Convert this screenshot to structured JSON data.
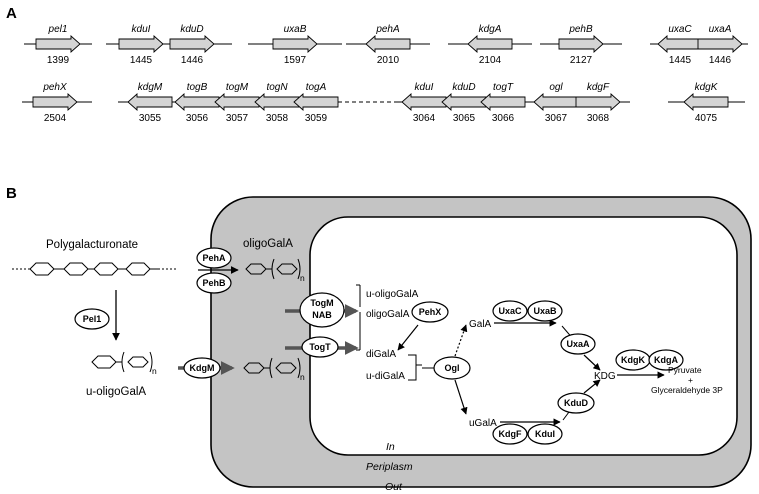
{
  "panels": {
    "a": "A",
    "b": "B"
  },
  "genes_row1": [
    {
      "name": "pel1",
      "num": "1399"
    },
    {
      "name": "kduI",
      "num": "1445"
    },
    {
      "name": "kduD",
      "num": "1446"
    },
    {
      "name": "uxaB",
      "num": "1597"
    },
    {
      "name": "pehA",
      "num": "2010"
    },
    {
      "name": "kdgA",
      "num": "2104"
    },
    {
      "name": "pehB",
      "num": "2127"
    },
    {
      "name": "uxaC",
      "num": "1445"
    },
    {
      "name": "uxaA",
      "num": "1446"
    }
  ],
  "genes_row2": [
    {
      "name": "pehX",
      "num": "2504"
    },
    {
      "name": "kdgM",
      "num": "3055"
    },
    {
      "name": "togB",
      "num": "3056"
    },
    {
      "name": "togM",
      "num": "3057"
    },
    {
      "name": "togN",
      "num": "3058"
    },
    {
      "name": "togA",
      "num": "3059"
    },
    {
      "name": "kduI",
      "num": "3064"
    },
    {
      "name": "kduD",
      "num": "3065"
    },
    {
      "name": "togT",
      "num": "3066"
    },
    {
      "name": "ogl",
      "num": "3067"
    },
    {
      "name": "kdgF",
      "num": "3068"
    },
    {
      "name": "kdgK",
      "num": "4075"
    }
  ],
  "pathway": {
    "substrate": "Polygalacturonate",
    "oligo": "oligoGalA",
    "u_oligo": "u-oligoGalA",
    "n": "n",
    "enzymes": {
      "pel1": "Pel1",
      "pehA": "PehA",
      "pehB": "PehB",
      "kdgM": "KdgM",
      "togM": "TogM",
      "nab": "NAB",
      "togT": "TogT",
      "pehX": "PehX",
      "ogl": "Ogl",
      "uxaC": "UxaC",
      "uxaB": "UxaB",
      "uxaA": "UxaA",
      "kduD": "KduD",
      "kdgF": "KdgF",
      "kduI": "KduI",
      "kdgK": "KdgK",
      "kdgA": "KdgA"
    },
    "metabolites": {
      "u_oligo_in": "u-oligoGalA",
      "oligo_in": "oligoGalA",
      "digala": "diGalA",
      "u_digala": "u-diGalA",
      "gala": "GalA",
      "ugala": "uGalA",
      "kdg": "KDG",
      "pyruvate": "Pyruvate",
      "plus": "+",
      "g3p": "Glyceraldehyde 3P"
    },
    "compartments": {
      "in": "In",
      "periplasm": "Periplasm",
      "out": "Out"
    }
  },
  "colors": {
    "arrow_fill": "#d4d4d4",
    "periplasm": "#c4c4c4",
    "cytoplasm": "#ffffff",
    "stroke": "#000000"
  }
}
